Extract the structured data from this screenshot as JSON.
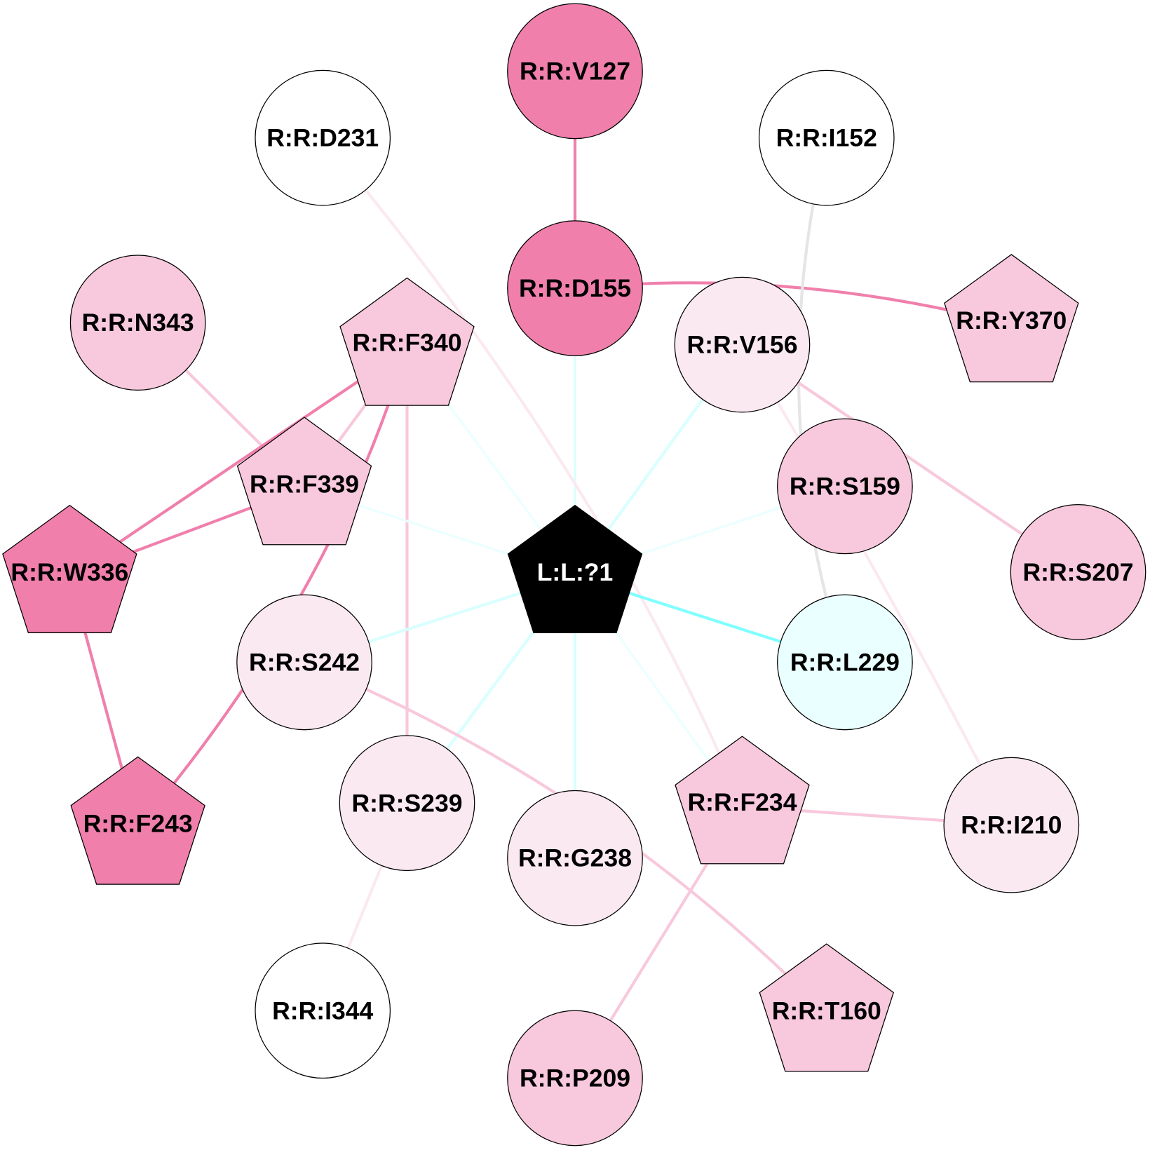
{
  "nodes": [
    {
      "id": "V127",
      "label": "R:R:V127",
      "shape": "circle",
      "fill": "#f07fac"
    },
    {
      "id": "D231",
      "label": "R:R:D231",
      "shape": "circle",
      "fill": "#ffffff"
    },
    {
      "id": "I152",
      "label": "R:R:I152",
      "shape": "circle",
      "fill": "#ffffff"
    },
    {
      "id": "D155",
      "label": "R:R:D155",
      "shape": "circle",
      "fill": "#f07fac"
    },
    {
      "id": "N343",
      "label": "R:R:N343",
      "shape": "circle",
      "fill": "#f8c8dc"
    },
    {
      "id": "F340",
      "label": "R:R:F340",
      "shape": "pentagon",
      "fill": "#f8c8dc"
    },
    {
      "id": "V156",
      "label": "R:R:V156",
      "shape": "circle",
      "fill": "#fbe9f1"
    },
    {
      "id": "Y370",
      "label": "R:R:Y370",
      "shape": "pentagon",
      "fill": "#f8c8dc"
    },
    {
      "id": "F339",
      "label": "R:R:F339",
      "shape": "pentagon",
      "fill": "#f8c8dc"
    },
    {
      "id": "S159",
      "label": "R:R:S159",
      "shape": "circle",
      "fill": "#f8c8dc"
    },
    {
      "id": "S207",
      "label": "R:R:S207",
      "shape": "circle",
      "fill": "#f8c8dc"
    },
    {
      "id": "W336",
      "label": "R:R:W336",
      "shape": "pentagon",
      "fill": "#f07fac"
    },
    {
      "id": "LIG",
      "label": "L:L:?1",
      "shape": "pentagon",
      "fill": "#000000",
      "text": "#ffffff"
    },
    {
      "id": "S242",
      "label": "R:R:S242",
      "shape": "circle",
      "fill": "#fbe9f1"
    },
    {
      "id": "L229",
      "label": "R:R:L229",
      "shape": "circle",
      "fill": "#eaffff"
    },
    {
      "id": "F243",
      "label": "R:R:F243",
      "shape": "pentagon",
      "fill": "#f07fac"
    },
    {
      "id": "S239",
      "label": "R:R:S239",
      "shape": "circle",
      "fill": "#fbe9f1"
    },
    {
      "id": "G238",
      "label": "R:R:G238",
      "shape": "circle",
      "fill": "#fbe9f1"
    },
    {
      "id": "F234",
      "label": "R:R:F234",
      "shape": "pentagon",
      "fill": "#f8c8dc"
    },
    {
      "id": "I210",
      "label": "R:R:I210",
      "shape": "circle",
      "fill": "#fbe9f1"
    },
    {
      "id": "I344",
      "label": "R:R:I344",
      "shape": "circle",
      "fill": "#ffffff"
    },
    {
      "id": "T160",
      "label": "R:R:T160",
      "shape": "pentagon",
      "fill": "#f8c8dc"
    },
    {
      "id": "P209",
      "label": "R:R:P209",
      "shape": "circle",
      "fill": "#f8c8dc"
    }
  ],
  "edges": [
    {
      "source": "V127",
      "target": "D155",
      "color": "#f07fac",
      "weight": 4
    },
    {
      "source": "D155",
      "target": "Y370",
      "color": "#f07fac",
      "weight": 4
    },
    {
      "source": "D155",
      "target": "LIG",
      "color": "#d9ffff",
      "weight": 3
    },
    {
      "source": "I152",
      "target": "L229",
      "color": "#e5e5e5",
      "weight": 4
    },
    {
      "source": "D231",
      "target": "F234",
      "color": "#fbe9f1",
      "weight": 4
    },
    {
      "source": "N343",
      "target": "F339",
      "color": "#f8c8dc",
      "weight": 4
    },
    {
      "source": "F340",
      "target": "W336",
      "color": "#f07fac",
      "weight": 4
    },
    {
      "source": "F340",
      "target": "F339",
      "color": "#f8c8dc",
      "weight": 4
    },
    {
      "source": "F340",
      "target": "F243",
      "color": "#f07fac",
      "weight": 4
    },
    {
      "source": "F340",
      "target": "S239",
      "color": "#f8c8dc",
      "weight": 4
    },
    {
      "source": "F340",
      "target": "LIG",
      "color": "#eaffff",
      "weight": 3
    },
    {
      "source": "F339",
      "target": "W336",
      "color": "#f07fac",
      "weight": 4
    },
    {
      "source": "F339",
      "target": "LIG",
      "color": "#eaffff",
      "weight": 3
    },
    {
      "source": "W336",
      "target": "F243",
      "color": "#f07fac",
      "weight": 4
    },
    {
      "source": "V156",
      "target": "LIG",
      "color": "#d9ffff",
      "weight": 4
    },
    {
      "source": "V156",
      "target": "S207",
      "color": "#f8c8dc",
      "weight": 4
    },
    {
      "source": "V156",
      "target": "I210",
      "color": "#fbe9f1",
      "weight": 4
    },
    {
      "source": "S159",
      "target": "LIG",
      "color": "#eaffff",
      "weight": 3
    },
    {
      "source": "LIG",
      "target": "L229",
      "color": "#80ffff",
      "weight": 4
    },
    {
      "source": "LIG",
      "target": "S242",
      "color": "#d9ffff",
      "weight": 4
    },
    {
      "source": "LIG",
      "target": "S239",
      "color": "#d9ffff",
      "weight": 4
    },
    {
      "source": "LIG",
      "target": "G238",
      "color": "#d9ffff",
      "weight": 4
    },
    {
      "source": "LIG",
      "target": "F234",
      "color": "#eaffff",
      "weight": 3
    },
    {
      "source": "S242",
      "target": "T160",
      "color": "#f8c8dc",
      "weight": 4
    },
    {
      "source": "S239",
      "target": "I344",
      "color": "#fbe9f1",
      "weight": 4
    },
    {
      "source": "F234",
      "target": "I210",
      "color": "#f8c8dc",
      "weight": 4
    },
    {
      "source": "F234",
      "target": "P209",
      "color": "#f8c8dc",
      "weight": 4
    }
  ]
}
